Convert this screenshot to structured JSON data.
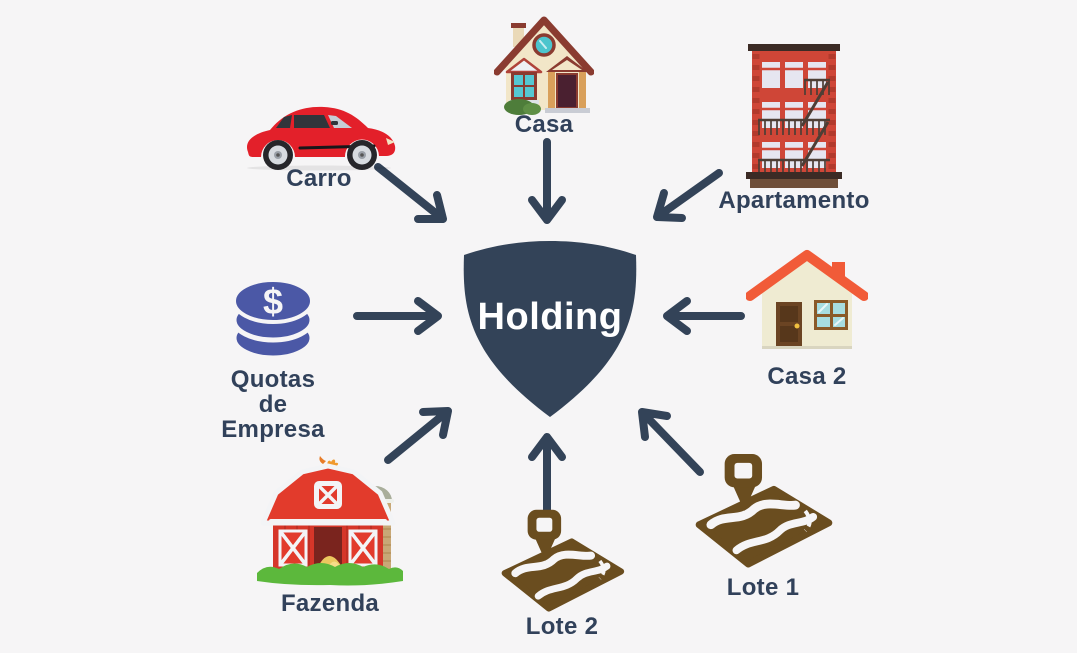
{
  "center": {
    "label": "Holding"
  },
  "nodes": [
    {
      "id": "carro",
      "label": "Carro",
      "icon": "car-icon"
    },
    {
      "id": "casa",
      "label": "Casa",
      "icon": "house-icon"
    },
    {
      "id": "apartamento",
      "label": "Apartamento",
      "icon": "apartment-building-icon"
    },
    {
      "id": "quotas-de-empresa",
      "label": "Quotas de\nEmpresa",
      "icon": "coins-icon"
    },
    {
      "id": "casa-2",
      "label": "Casa 2",
      "icon": "house-2-icon"
    },
    {
      "id": "fazenda",
      "label": "Fazenda",
      "icon": "farm-barn-icon"
    },
    {
      "id": "lote-2",
      "label": "Lote 2",
      "icon": "land-plot-map-icon"
    },
    {
      "id": "lote-1",
      "label": "Lote 1",
      "icon": "land-plot-map-icon"
    }
  ],
  "icons": {
    "dollar": "$"
  },
  "colors": {
    "background": "#f6f5f6",
    "navy": "#334358",
    "coin_blue": "#4b58a6",
    "map_brown": "#6a4d1f",
    "car_red": "#e3202a",
    "barn_red": "#e23b2c",
    "apartment_red": "#cf4637",
    "casa_roof_maroon": "#8a3b30",
    "casa2_roof_orange": "#f15b38",
    "grass_green": "#5cb83c"
  }
}
